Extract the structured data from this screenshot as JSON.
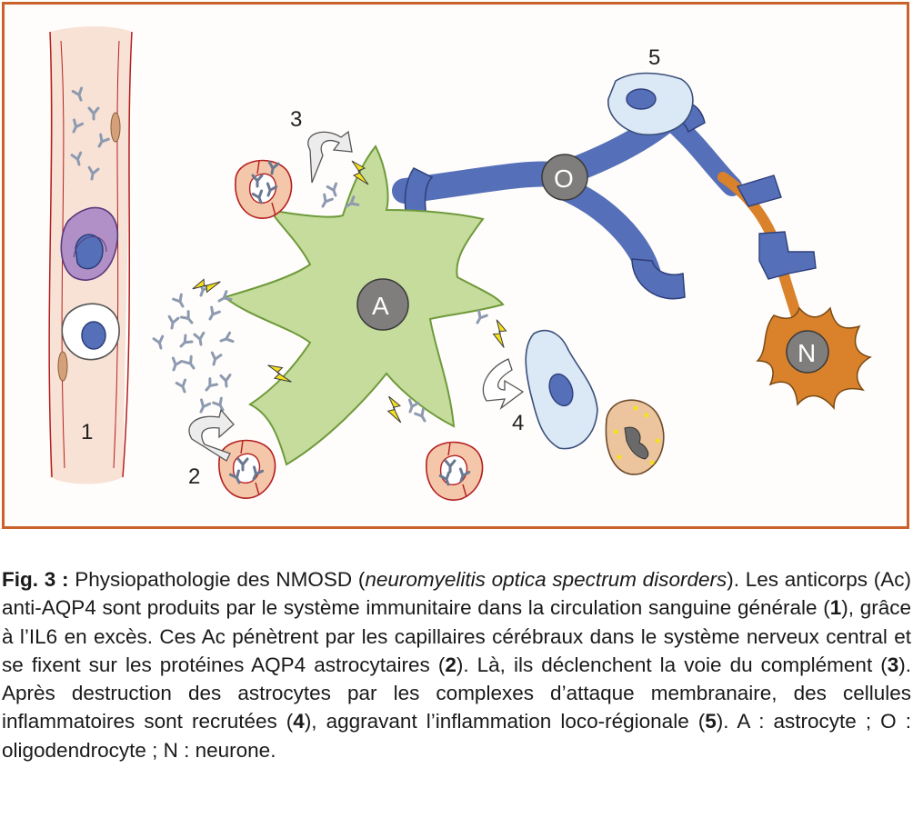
{
  "diagram": {
    "labels": {
      "step1": "1",
      "step2": "2",
      "step3": "3",
      "step4": "4",
      "step5": "5",
      "astrocyte": "A",
      "oligodendrocyte": "O",
      "neuron": "N"
    },
    "colors": {
      "frame": "#c9622b",
      "vessel": "#f8e2d5",
      "astrocyte": "#c5dc9d",
      "oligodendrocyte": "#5570b8",
      "neuron": "#d9822b",
      "nucleus": "#807d7d",
      "antibody": "#8d9ab0",
      "lightning": "#f5e11c",
      "inflammatory_cell": "#dbe8f5"
    }
  },
  "caption": {
    "fig_label": "Fig. 3 :",
    "t1": " Physiopathologie des NMOSD (",
    "t1_italic": "neuromyelitis optica spectrum disorders",
    "t2": "). Les anticorps (Ac) anti-AQP4 sont produits par le système immunitaire dans la circulation sanguine générale (",
    "b1": "1",
    "t3": "), grâce à l’IL6 en excès. Ces Ac pénètrent par les capillaires cérébraux dans le système nerveux central et se fixent sur les protéines AQP4 astrocytaires (",
    "b2": "2",
    "t4": "). Là, ils déclenchent la voie du complément (",
    "b3": "3",
    "t5": "). Après destruction des astrocytes par les complexes d’attaque membranaire, des cellules inflammatoires sont recrutées (",
    "b4": "4",
    "t6": "), aggravant l’inflammation loco-régionale (",
    "b5": "5",
    "t7": "). A : astrocyte ; O : oligodendrocyte ; N : neurone."
  }
}
